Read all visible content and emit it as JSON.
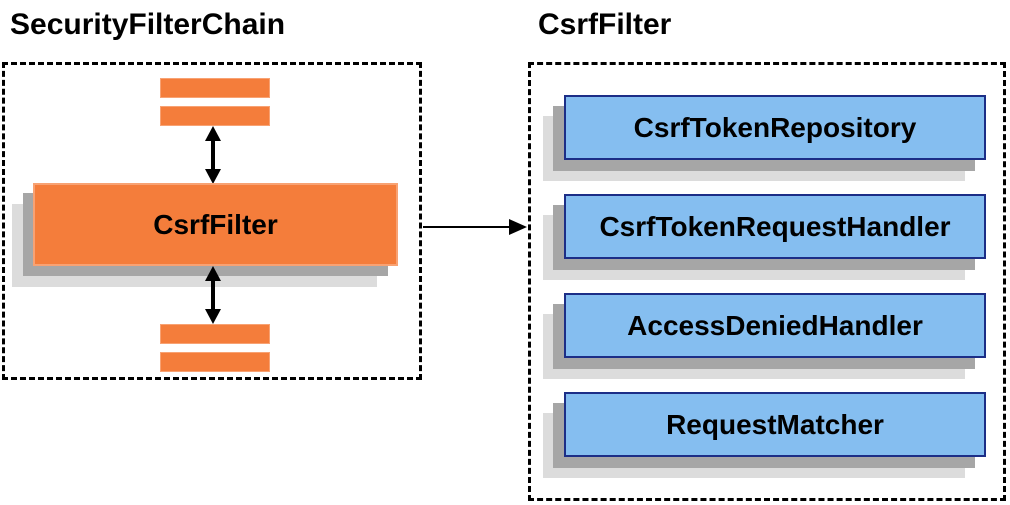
{
  "left_panel": {
    "title": "SecurityFilterChain",
    "filter_node_label": "CsrfFilter"
  },
  "right_panel": {
    "title": "CsrfFilter",
    "components": [
      "CsrfTokenRepository",
      "CsrfTokenRequestHandler",
      "AccessDeniedHandler",
      "RequestMatcher"
    ]
  },
  "colors": {
    "orange": "#f47d3b",
    "orange_border": "#f8a273",
    "blue": "#85bef0",
    "blue_border": "#1c2e87",
    "shadow_dark": "#a6a6a6",
    "shadow_light": "#dcdcdc",
    "line": "#000000",
    "bg": "#ffffff",
    "text": "#000000"
  }
}
